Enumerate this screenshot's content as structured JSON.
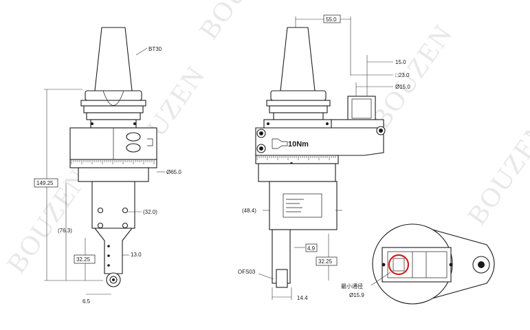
{
  "watermark": "BOUZEN",
  "left_view": {
    "taper_label": "BT30",
    "overall_length": "149.25",
    "body_diameter": "Ø65.0",
    "hole_spacing": "(32.0)",
    "lower_length": "(76.3)",
    "tip_width": "13.0",
    "tip_length": "32.25",
    "tip_offset": "6.5"
  },
  "middle_view": {
    "offset_top": "55.0",
    "dim_15": "15.0",
    "square": "□23.0",
    "dia_15": "Ø15.0",
    "torque": "10Nm",
    "dim_48": "(48.4)",
    "dim_4_9": "4.9",
    "dim_32_25": "32.25",
    "ofs_label": "OFS03",
    "dim_14_4": "14.4"
  },
  "detail_view": {
    "min_bore_label": "最小通径",
    "min_bore_value": "Ø15.9"
  }
}
